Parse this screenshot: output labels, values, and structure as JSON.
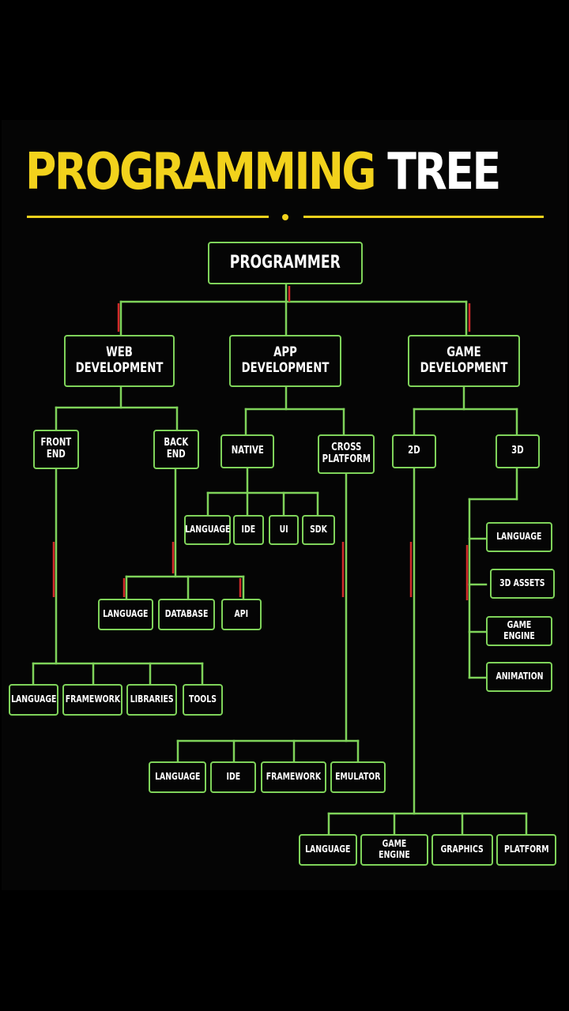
{
  "title": {
    "part1": "PROGRAMMING",
    "part2": "TREE"
  },
  "colors": {
    "background": "#000000",
    "title_yellow": "#f2d21c",
    "line_green": "#7fd35a",
    "glitch_red": "#d12a2a",
    "text": "#ffffff"
  },
  "nodes": {
    "root": "PROGRAMMER",
    "web": "WEB\nDEVELOPMENT",
    "app": "APP\nDEVELOPMENT",
    "game": "GAME\nDEVELOPMENT",
    "front": "FRONT\nEND",
    "back": "BACK\nEND",
    "native": "NATIVE",
    "cross": "CROSS\nPLATFORM",
    "d2": "2D",
    "d3": "3D",
    "native_children": [
      "LANGUAGE",
      "IDE",
      "UI",
      "SDK"
    ],
    "back_children": [
      "LANGUAGE",
      "DATABASE",
      "API"
    ],
    "front_children": [
      "LANGUAGE",
      "FRAMEWORK",
      "LIBRARIES",
      "TOOLS"
    ],
    "cross_children": [
      "LANGUAGE",
      "IDE",
      "FRAMEWORK",
      "EMULATOR"
    ],
    "d2_children": [
      "LANGUAGE",
      "GAME ENGINE",
      "GRAPHICS",
      "PLATFORM"
    ],
    "d3_children": [
      "LANGUAGE",
      "3D ASSETS",
      "GAME ENGINE",
      "ANIMATION"
    ]
  }
}
